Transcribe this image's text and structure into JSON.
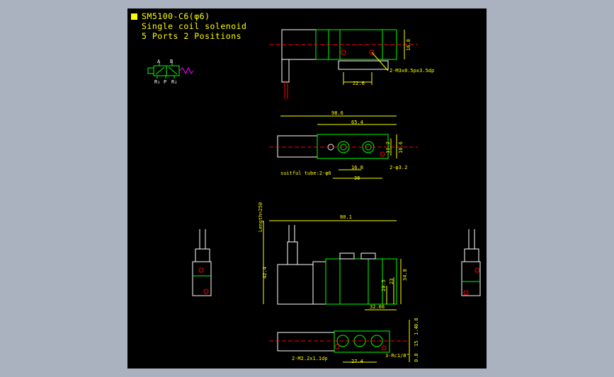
{
  "title": {
    "model": "SM5100-C6(φ6)",
    "line2": "Single coil solenoid",
    "line3": "5 Ports 2 Positions"
  },
  "symbol": {
    "port_a": "A",
    "port_b": "B",
    "port_r1": "R₁",
    "port_p": "P",
    "port_r2": "R₂"
  },
  "dimensions": {
    "top_height": "16.8",
    "top_thread": "2-M3x0.5px3.5dp",
    "top_pitch": "22.6",
    "plan_overall": "98.6",
    "plan_body": "65.4",
    "plan_h1": "11.2",
    "plan_h2": "16.6",
    "plan_pitch": "16.8",
    "plan_hole": "2-φ3.2",
    "plan_span": "36",
    "plan_tube": "suitful tube:2-φ6",
    "front_length": "Length=250",
    "front_width": "80.1",
    "front_height": "42.4",
    "front_h1": "20.5",
    "front_h2": "23",
    "front_h3": "34.8",
    "front_bottom": "32.06",
    "bottom_h1": "0.8",
    "bottom_h2": "1.4",
    "bottom_h3": "15",
    "bottom_h4": "0.8",
    "bottom_thread": "2-M2.2x1.1dp",
    "bottom_pitch": "27.4",
    "bottom_ports": "3-Rc1/8\""
  }
}
